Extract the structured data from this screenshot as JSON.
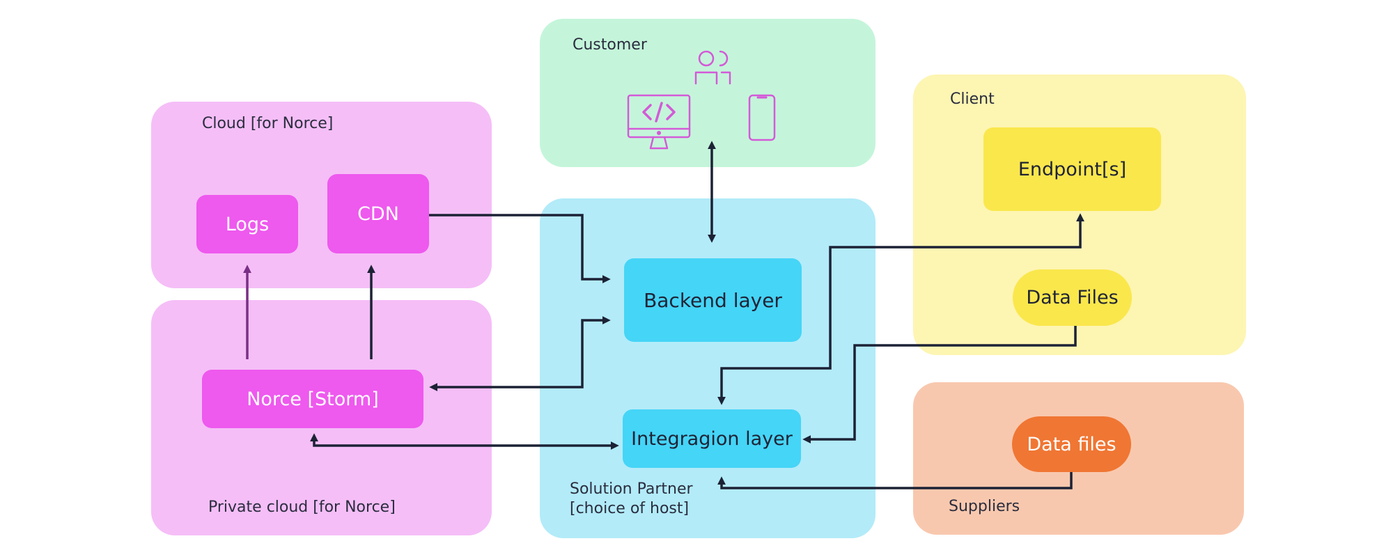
{
  "regions": {
    "customer": {
      "label": "Customer",
      "color": "#c4f5da"
    },
    "cloud": {
      "label": "Cloud [for Norce]",
      "color": "#f5bef7"
    },
    "private_cloud": {
      "label": "Private cloud [for Norce]",
      "color": "#f5bef7"
    },
    "solution_partner": {
      "label": "Solution Partner\n[choice of host]",
      "color": "#b3ebf9"
    },
    "client": {
      "label": "Client",
      "color": "#fdf5b2"
    },
    "suppliers": {
      "label": "Suppliers",
      "color": "#f8c8ae"
    }
  },
  "nodes": {
    "logs": {
      "label": "Logs",
      "color": "#ee59ee"
    },
    "cdn": {
      "label": "CDN",
      "color": "#ee59ee"
    },
    "norce_storm": {
      "label": "Norce [Storm]",
      "color": "#ee59ee"
    },
    "backend_layer": {
      "label": "Backend layer",
      "color": "#45d5f7"
    },
    "integration_layer": {
      "label": "Integragion layer",
      "color": "#45d5f7"
    },
    "endpoints": {
      "label": "Endpoint[s]",
      "color": "#fae74c"
    },
    "data_files_client": {
      "label": "Data Files",
      "color": "#fae74c"
    },
    "data_files_suppliers": {
      "label": "Data files",
      "color": "#f07633"
    }
  },
  "icons": {
    "customer_user": "user-icon",
    "customer_desktop": "desktop-code-icon",
    "customer_mobile": "mobile-phone-icon"
  },
  "colors": {
    "wire": "#1c2235",
    "wire_purple": "#7a2f86",
    "icon_stroke": "#d45ad8",
    "node_text_light": "#ffffff",
    "node_text_dark": "#1f2335"
  }
}
